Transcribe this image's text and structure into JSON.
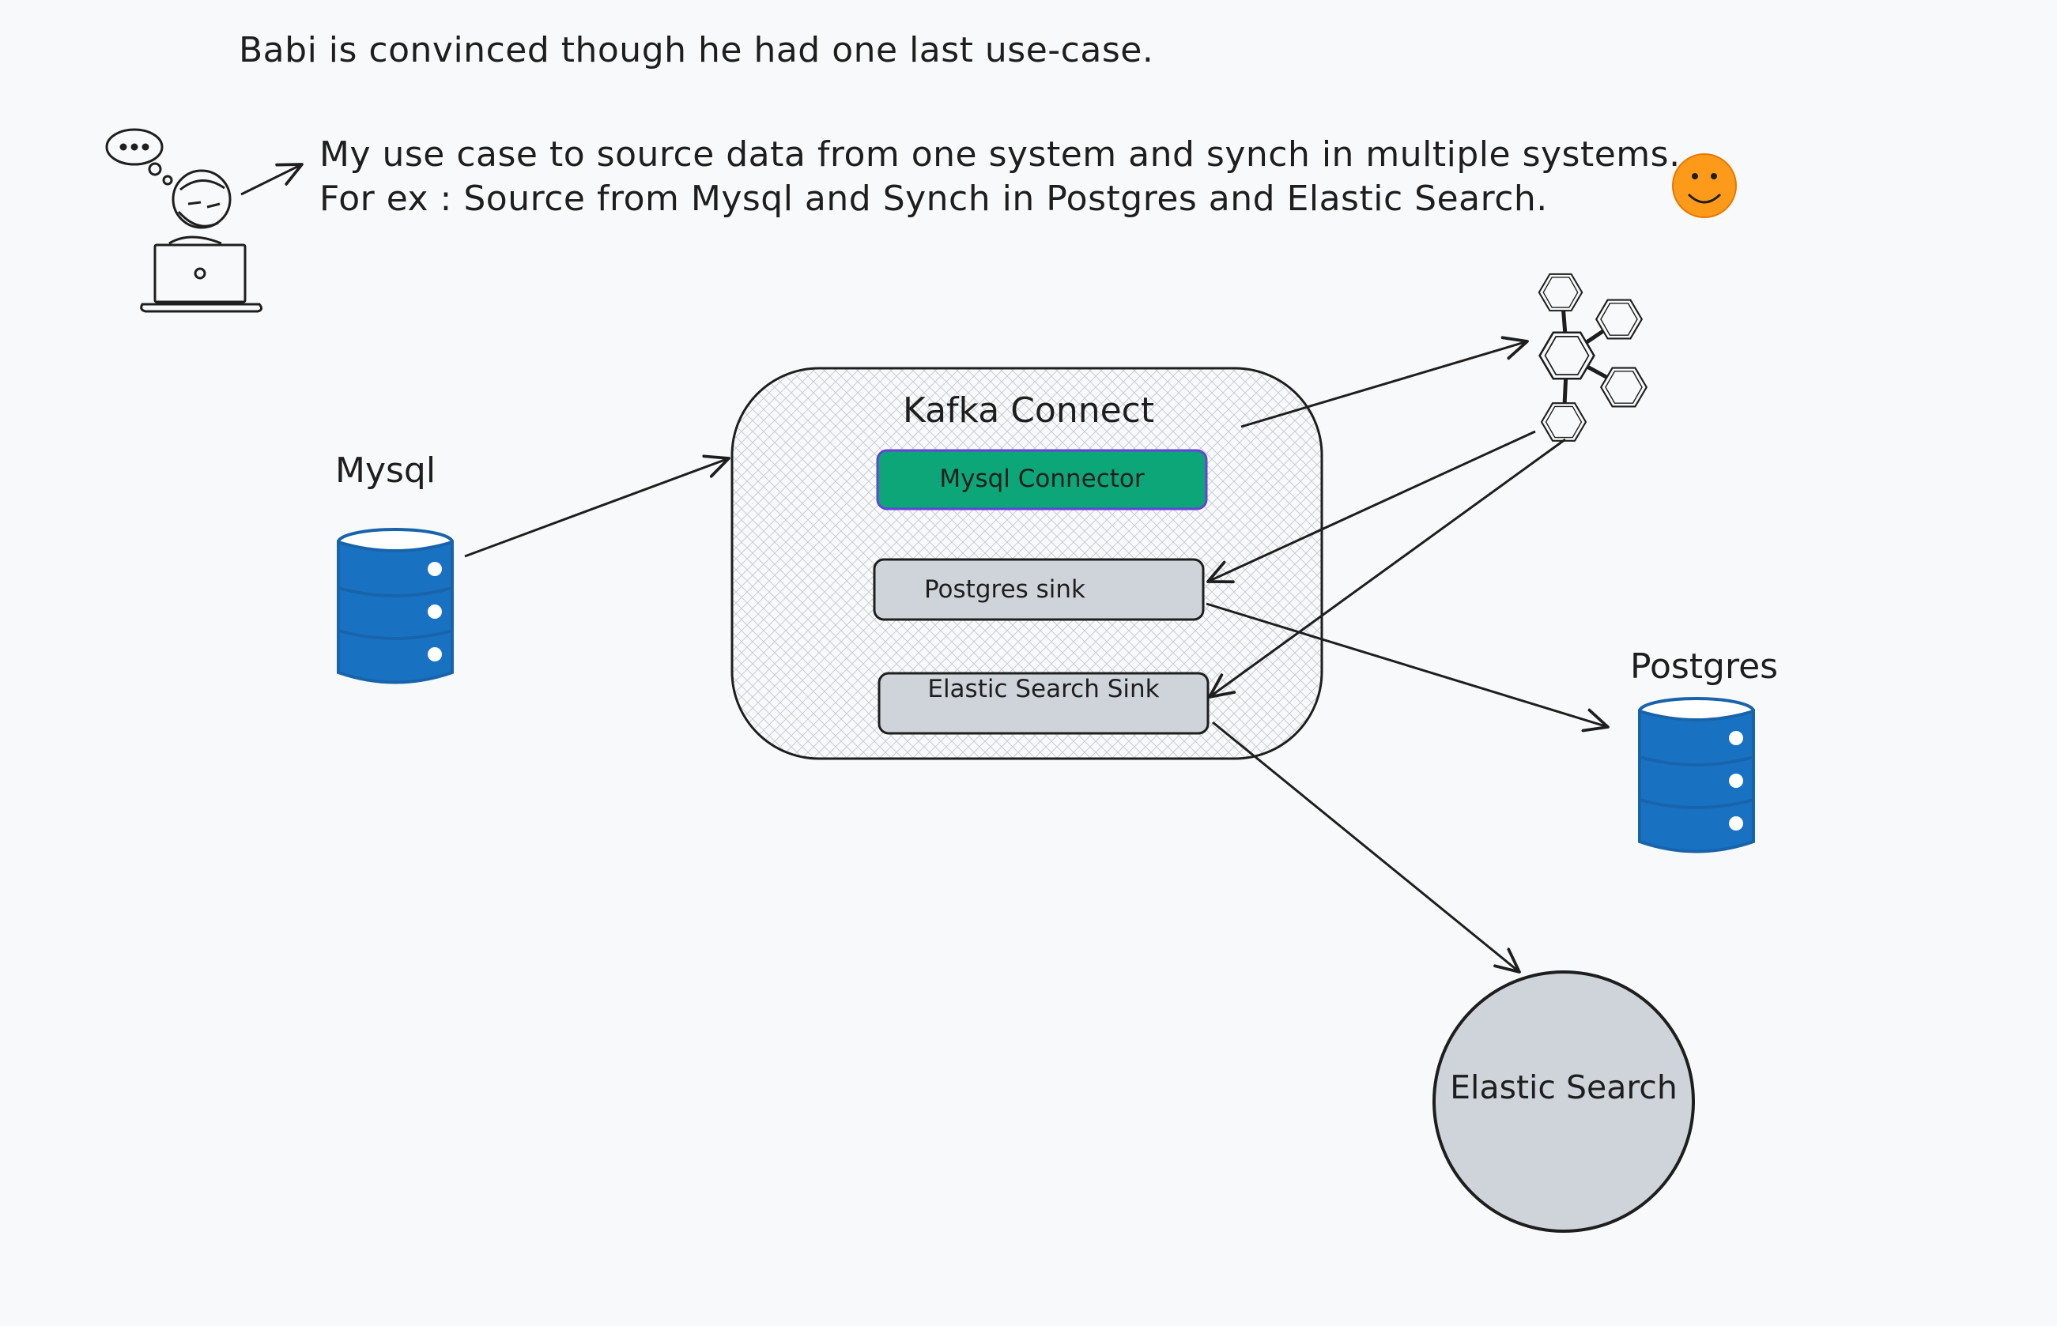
{
  "narration": "Babi is convinced though he had one last use-case.",
  "speech": {
    "line1": "My use case to source data from one system and synch in multiple systems.",
    "line2": "For ex : Source from Mysql and Synch in Postgres and Elastic Search."
  },
  "nodes": {
    "mysql_label": "Mysql",
    "postgres_label": "Postgres",
    "elastic_label": "Elastic Search",
    "kafka_connect": {
      "title": "Kafka Connect",
      "connectors": [
        "Mysql Connector",
        "Postgres sink",
        "Elastic Search Sink"
      ]
    }
  },
  "icons": {
    "person": "person-at-laptop-icon",
    "thought": "thought-bubble-icon",
    "smiley": "smiley-face-icon",
    "kafka": "kafka-cluster-icon",
    "database": "database-icon"
  },
  "colors": {
    "background": "#f8f9fa",
    "stroke": "#1e1e1e",
    "database_blue": "#1971c2",
    "connector_green": "#0ca678",
    "connector_border": "#6741d9",
    "sink_gray": "#ced4da",
    "smiley_orange": "#fd9a1a"
  }
}
